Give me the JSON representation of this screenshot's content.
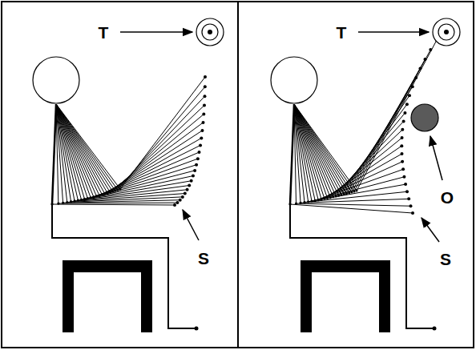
{
  "diagram": {
    "labels": [
      "T",
      "S",
      "T",
      "O",
      "S"
    ]
  }
}
